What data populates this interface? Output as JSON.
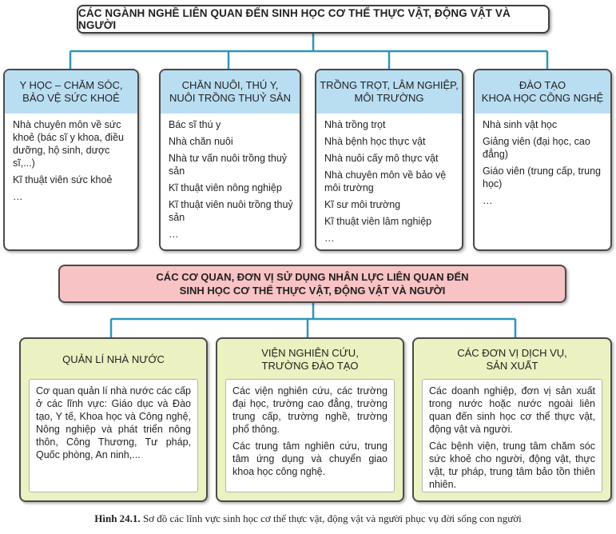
{
  "title": "CÁC NGÀNH NGHỀ LIÊN QUAN ĐẾN SINH HỌC CƠ THỂ THỰC VẬT, ĐỘNG VẬT VÀ NGƯỜI",
  "careers": [
    {
      "heading": [
        "Y HỌC – CHĂM SÓC,",
        "BẢO VỆ SỨC KHOẺ"
      ],
      "items": [
        "Nhà chuyên môn về sức khoẻ (bác sĩ y khoa, điều dưỡng, hộ sinh, dược sĩ,...)",
        "Kĩ thuật viên sức khoẻ",
        "…"
      ]
    },
    {
      "heading": [
        "CHĂN NUÔI, THÚ Y,",
        "NUÔI TRỒNG THUỶ SẢN"
      ],
      "items": [
        "Bác sĩ thú y",
        "Nhà chăn nuôi",
        "Nhà tư vấn nuôi trồng thuỷ sản",
        "Kĩ thuật viên nông nghiệp",
        "Kĩ thuật viên nuôi trồng thuỷ sản",
        "…"
      ]
    },
    {
      "heading": [
        "TRỒNG TRỌT, LÂM NGHIỆP,",
        "MÔI TRƯỜNG"
      ],
      "items": [
        "Nhà trồng trọt",
        "Nhà bệnh học thực vật",
        "Nhà nuôi cấy mô thực vật",
        "Nhà chuyên môn về bảo vệ môi trường",
        "Kĩ sư môi trường",
        "Kĩ thuật viên lâm nghiệp",
        "…"
      ]
    },
    {
      "heading": [
        "ĐÀO TẠO",
        "KHOA HỌC CÔNG NGHỆ"
      ],
      "items": [
        "Nhà sinh vật học",
        "Giảng viên (đại học, cao đẳng)",
        "Giáo viên (trung cấp, trung học)",
        "…"
      ]
    }
  ],
  "agencies_title": [
    "CÁC CƠ QUAN, ĐƠN VỊ SỬ DỤNG NHÂN LỰC LIÊN QUAN ĐẾN",
    "SINH HỌC CƠ THỂ THỰC VẬT, ĐỘNG VẬT VÀ NGƯỜI"
  ],
  "agencies": [
    {
      "heading": [
        "QUẢN LÍ NHÀ NƯỚC"
      ],
      "items": [
        "Cơ quan quản lí nhà nước các cấp ở các lĩnh vực: Giáo dục và Đào tạo, Y tế, Khoa học và Công nghệ, Nông nghiệp và phát triển nông thôn, Công Thương, Tư pháp, Quốc phòng, An ninh,..."
      ]
    },
    {
      "heading": [
        "VIỆN NGHIÊN CỨU,",
        "TRƯỜNG ĐÀO TẠO"
      ],
      "items": [
        "Các viện nghiên cứu, các trường đại học, trường cao đẳng, trường trung cấp, trường nghề, trường phổ thông.",
        "Các trung tâm nghiên cứu, trung tâm ứng dụng và chuyển giao khoa học công nghệ."
      ]
    },
    {
      "heading": [
        "CÁC ĐƠN VỊ DỊCH VỤ,",
        "SẢN XUẤT"
      ],
      "items": [
        "Các doanh nghiệp, đơn vị sản xuất trong nước hoặc nước ngoài liên quan đến sinh học cơ thể thực vật, động vật và người.",
        "Các bệnh viện, trung tâm chăm sóc sức khoẻ cho người, động vật, thực vật, tư pháp, trung tâm bảo tồn thiên nhiên."
      ]
    }
  ],
  "caption": {
    "label": "Hình 24.1.",
    "text": " Sơ đồ các lĩnh vực sinh học cơ thể thực vật, động vật và người phục vụ đời sống con người"
  },
  "colors": {
    "connector": "#2e96b8",
    "column_header": "#b9def2",
    "agencies_title": "#f7c3c5",
    "agency_box": "#ebf1c0"
  }
}
